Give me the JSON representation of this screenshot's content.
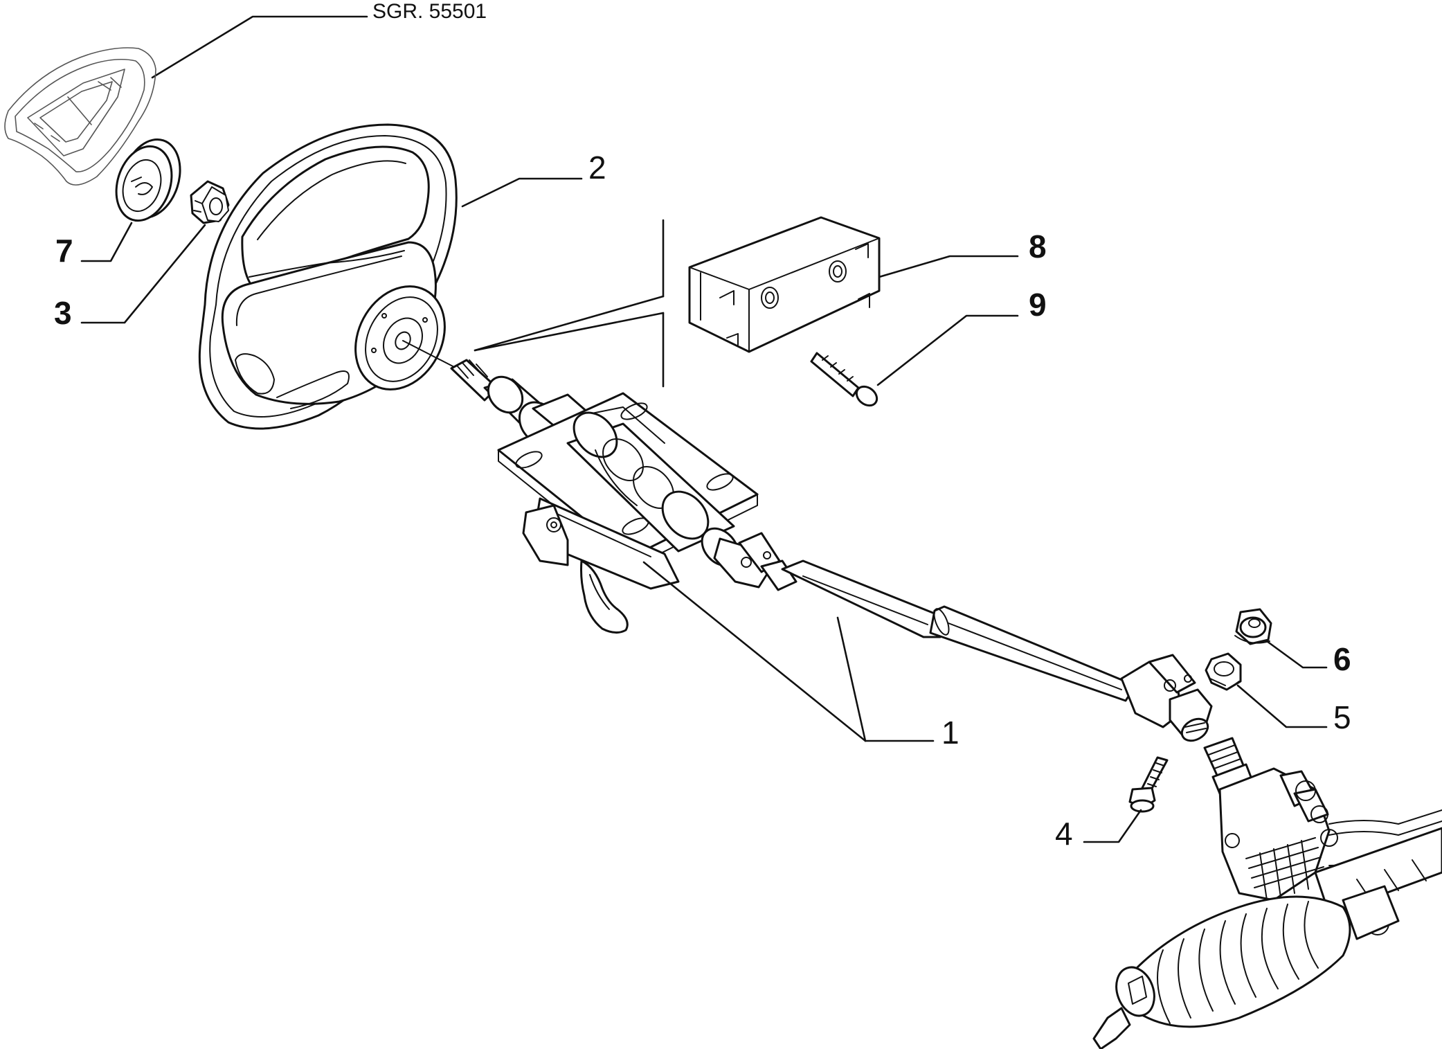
{
  "reference_code": "SGR. 55501",
  "callouts": {
    "c1": "1",
    "c2": "2",
    "c3": "3",
    "c4": "4",
    "c5": "5",
    "c6": "6",
    "c7": "7",
    "c8": "8",
    "c9": "9"
  }
}
